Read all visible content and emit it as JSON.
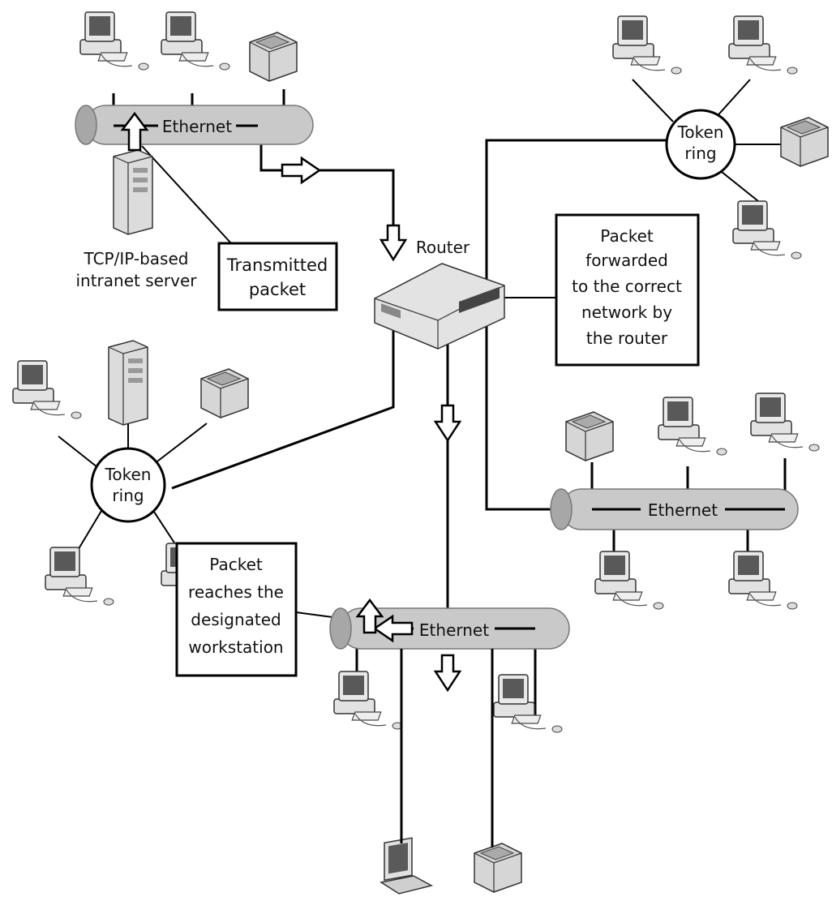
{
  "labels": {
    "ethernet": "Ethernet",
    "token_ring_line1": "Token",
    "token_ring_line2": "ring",
    "router": "Router",
    "server_line1": "TCP/IP-based",
    "server_line2": "intranet server"
  },
  "callouts": {
    "transmitted": [
      "Transmitted",
      "packet"
    ],
    "forwarded": [
      "Packet",
      "forwarded",
      "to the correct",
      "network by",
      "the router"
    ],
    "reaches": [
      "Packet",
      "reaches the",
      "designated",
      "workstation"
    ]
  },
  "colors": {
    "pipe_fill": "#c9c9c9",
    "pipe_end": "#a7a7a7",
    "device_body": "#d9d9d9",
    "screen": "#5a5a5a"
  }
}
